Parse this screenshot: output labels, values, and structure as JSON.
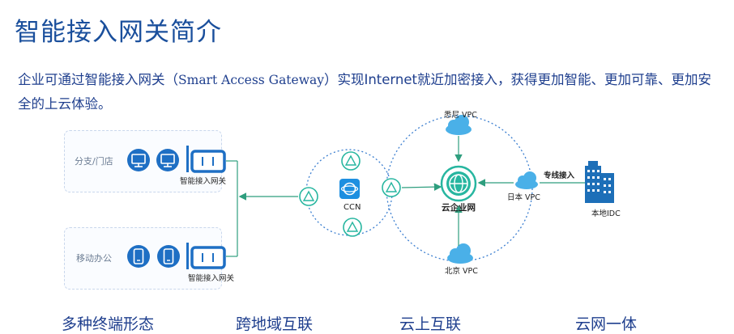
{
  "title": "智能接入网关简介",
  "intro": {
    "part1": "企业可通过智能接入网关（",
    "en": "Smart Access Gateway",
    "part2": "）实现Internet就近加密接入，获得更加智能、更加可靠、更加安全的上云体验。"
  },
  "diagram": {
    "branch_label": "分支/门店",
    "mobile_label": "移动办公",
    "gateway_label": "智能接入网关",
    "ccn_label": "CCN",
    "cloud_net_label": "云企业网",
    "sydney_vpc": "悉尼 VPC",
    "japan_vpc": "日本 VPC",
    "beijing_vpc": "北京 VPC",
    "dedicated_line": "专线接入",
    "local_idc": "本地IDC"
  },
  "colors": {
    "title": "#1a4f9c",
    "text": "#1f3f8e",
    "arrow": "#2e9e7e",
    "teal": "#27b6a0",
    "icon_blue": "#1e6fc4",
    "building": "#1d6fb8",
    "cloud": "#4ab0e8"
  },
  "bottom_labels": [
    "多种终端形态",
    "跨地域互联",
    "云上互联",
    "云网一体"
  ]
}
